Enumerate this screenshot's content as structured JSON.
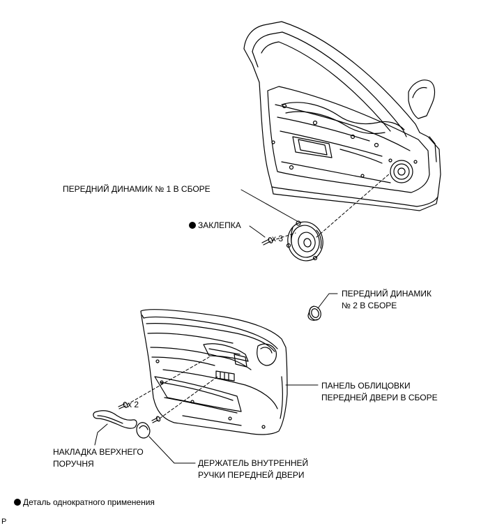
{
  "labels": {
    "speaker1": "ПЕРЕДНИЙ ДИНАМИК № 1 В СБОРЕ",
    "rivet": "ЗАКЛЕПКА",
    "rivet_qty": "x 3",
    "speaker2_line1": "ПЕРЕДНИЙ ДИНАМИК",
    "speaker2_line2": "№ 2 В СБОРЕ",
    "panel_line1": "ПАНЕЛЬ ОБЛИЦОВКИ",
    "panel_line2": "ПЕРЕДНЕЙ ДВЕРИ В СБОРЕ",
    "screw_qty": "x 2",
    "armrest_line1": "НАКЛАДКА ВЕРХНЕГО",
    "armrest_line2": "ПОРУЧНЯ",
    "holder_line1": "ДЕРЖАТЕЛЬ ВНУТРЕННЕЙ",
    "holder_line2": "РУЧКИ ПЕРЕДНЕЙ ДВЕРИ"
  },
  "legend": {
    "text": "Деталь однократного применения"
  },
  "corner_mark": "P",
  "icons": {
    "non_reusable": "filled-circle-icon"
  },
  "colors": {
    "line": "#000000",
    "background": "#ffffff"
  }
}
